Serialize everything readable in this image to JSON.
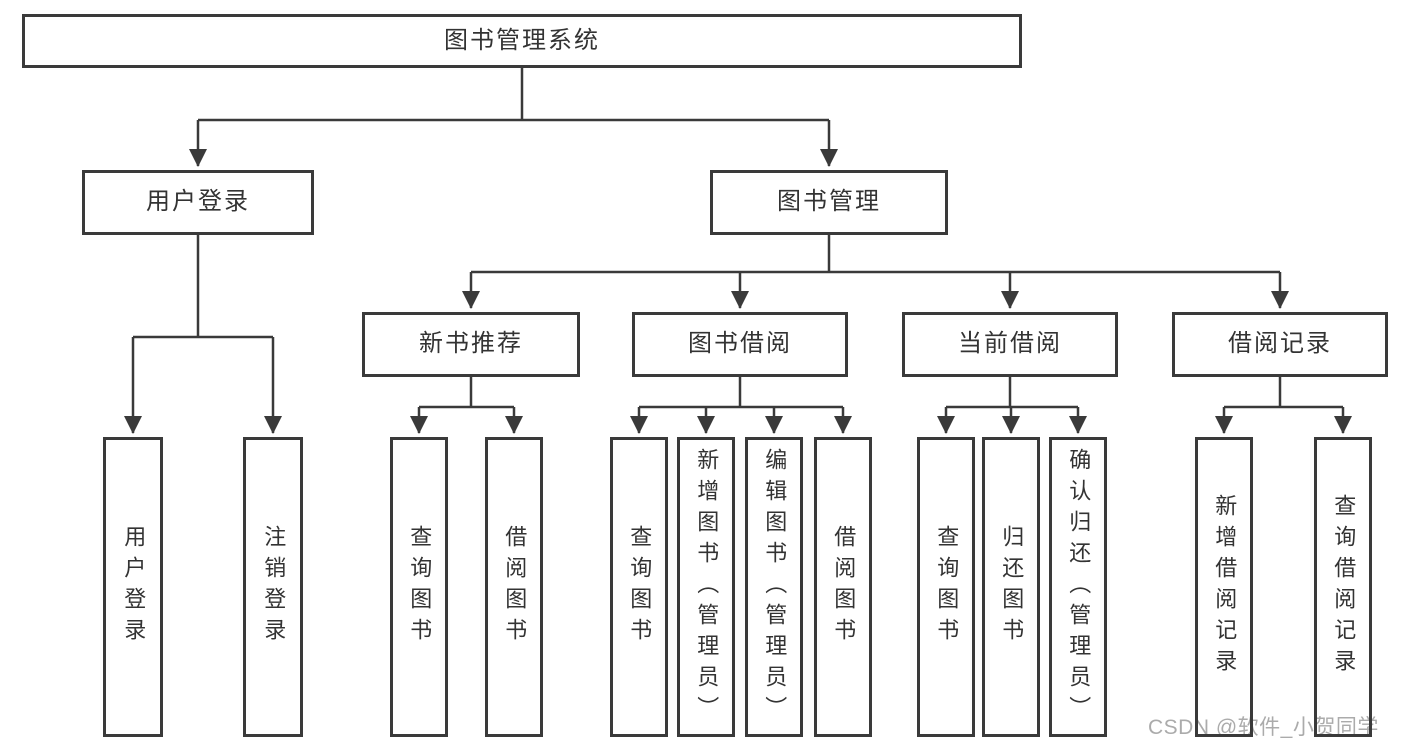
{
  "diagram": {
    "title": "图书管理系统",
    "type": "hierarchy-tree",
    "hierarchy": {
      "label": "图书管理系统",
      "children": [
        {
          "label": "用户登录",
          "children": [
            {
              "label": "用户登录"
            },
            {
              "label": "注销登录"
            }
          ]
        },
        {
          "label": "图书管理",
          "children": [
            {
              "label": "新书推荐",
              "children": [
                {
                  "label": "查询图书"
                },
                {
                  "label": "借阅图书"
                }
              ]
            },
            {
              "label": "图书借阅",
              "children": [
                {
                  "label": "查询图书"
                },
                {
                  "label": "新增图书（管理员）"
                },
                {
                  "label": "编辑图书（管理员）"
                },
                {
                  "label": "借阅图书"
                }
              ]
            },
            {
              "label": "当前借阅",
              "children": [
                {
                  "label": "查询图书"
                },
                {
                  "label": "归还图书"
                },
                {
                  "label": "确认归还（管理员）"
                }
              ]
            },
            {
              "label": "借阅记录",
              "children": [
                {
                  "label": "新增借阅记录"
                },
                {
                  "label": "查询借阅记录"
                }
              ]
            }
          ]
        }
      ]
    }
  },
  "nodes": {
    "root": "图书管理系统",
    "login": "用户登录",
    "mgmt": "图书管理",
    "new_books": "新书推荐",
    "book_borrow": "图书借阅",
    "current_borrow": "当前借阅",
    "borrow_records": "借阅记录",
    "leaf_user_login": "用户登录",
    "leaf_logout": "注销登录",
    "nb_query": "查询图书",
    "nb_borrow": "借阅图书",
    "bb_query": "查询图书",
    "bb_add": "新增图书（管理员）",
    "bb_edit": "编辑图书（管理员）",
    "bb_borrow": "借阅图书",
    "cb_query": "查询图书",
    "cb_return": "归还图书",
    "cb_confirm": "确认归还（管理员）",
    "br_add": "新增借阅记录",
    "br_query": "查询借阅记录"
  },
  "watermark": "CSDN @软件_小贺同学",
  "colors": {
    "line": "#3a3a3a",
    "text": "#333333",
    "watermark": "#ababab",
    "background": "#ffffff"
  }
}
